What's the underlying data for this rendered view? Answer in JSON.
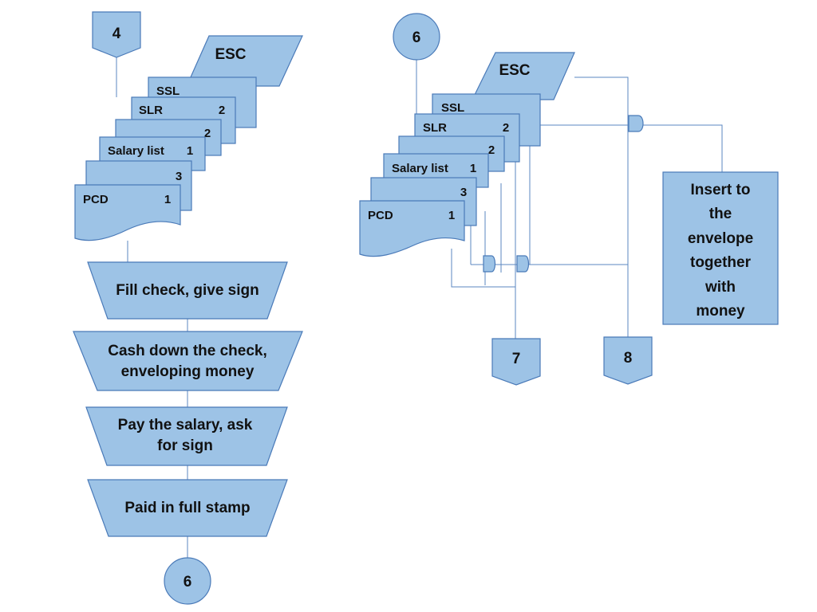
{
  "left_flow": {
    "start_connector": "4",
    "esc": "ESC",
    "documents": [
      {
        "label": "SSL",
        "num": ""
      },
      {
        "label": "SLR",
        "num": "2"
      },
      {
        "label": "",
        "num": "2"
      },
      {
        "label": "Salary list",
        "num": "1"
      },
      {
        "label": "",
        "num": "3"
      },
      {
        "label": "PCD",
        "num": "1"
      }
    ],
    "steps": [
      {
        "line1": "Fill check, give sign",
        "line2": ""
      },
      {
        "line1": "Cash down the check,",
        "line2": "enveloping money"
      },
      {
        "line1": "Pay the salary, ask",
        "line2": "for sign"
      },
      {
        "line1": "Paid in full stamp",
        "line2": ""
      }
    ],
    "end_connector": "6"
  },
  "right_flow": {
    "start_connector": "6",
    "esc": "ESC",
    "documents": [
      {
        "label": "SSL",
        "num": ""
      },
      {
        "label": "SLR",
        "num": "2"
      },
      {
        "label": "",
        "num": "2"
      },
      {
        "label": "Salary list",
        "num": "1"
      },
      {
        "label": "",
        "num": "3"
      },
      {
        "label": "PCD",
        "num": "1"
      }
    ],
    "process_lines": [
      "Insert to",
      "the",
      "envelope",
      "together",
      "with",
      "money"
    ],
    "end_connector_a": "7",
    "end_connector_b": "8"
  }
}
